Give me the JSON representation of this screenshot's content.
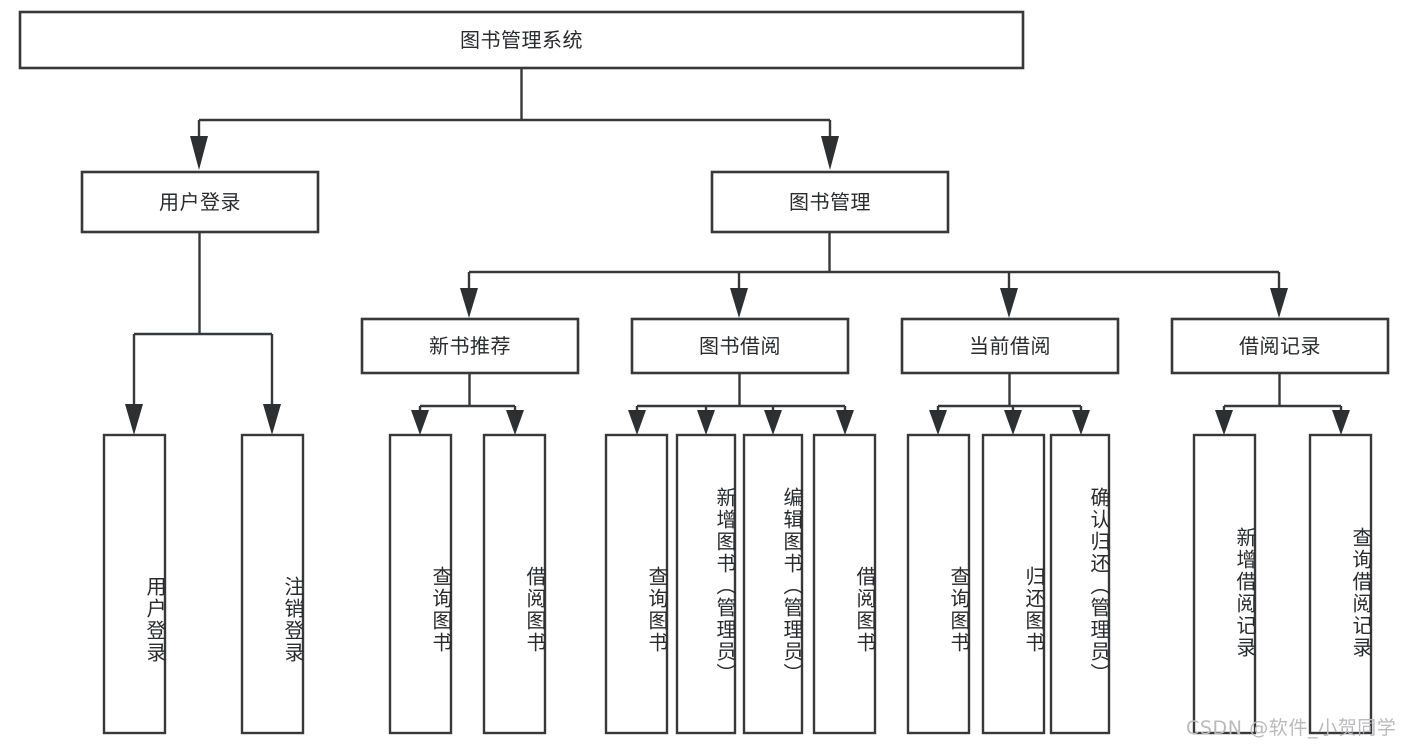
{
  "diagram": {
    "type": "tree-hierarchy",
    "title": "图书管理系统",
    "root": {
      "label": "图书管理系统"
    },
    "level2": [
      {
        "label": "用户登录"
      },
      {
        "label": "图书管理"
      }
    ],
    "level3": [
      {
        "label": "新书推荐"
      },
      {
        "label": "图书借阅"
      },
      {
        "label": "当前借阅"
      },
      {
        "label": "借阅记录"
      }
    ],
    "leaves": {
      "user_login": [
        {
          "label": "用户登录"
        },
        {
          "label": "注销登录"
        }
      ],
      "new_book_recommend": [
        {
          "label": "查询图书"
        },
        {
          "label": "借阅图书"
        }
      ],
      "book_borrow": [
        {
          "label": "查询图书"
        },
        {
          "label": "新增图书（管理员）"
        },
        {
          "label": "编辑图书（管理员）"
        },
        {
          "label": "借阅图书"
        }
      ],
      "current_borrow": [
        {
          "label": "查询图书"
        },
        {
          "label": "归还图书"
        },
        {
          "label": "确认归还（管理员）"
        }
      ],
      "borrow_record": [
        {
          "label": "新增借阅记录"
        },
        {
          "label": "查询借阅记录"
        }
      ]
    }
  },
  "watermark": {
    "text": "CSDN @软件_小贺同学"
  },
  "colors": {
    "box_stroke": "#37383a",
    "text": "#2a2b2d",
    "background": "#ffffff",
    "watermark": "#b9babc"
  }
}
